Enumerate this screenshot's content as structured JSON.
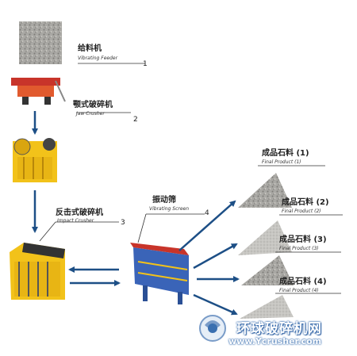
{
  "nodes": {
    "feeder": {
      "cn": "给料机",
      "en": "Vibrating Feeder",
      "num": "1"
    },
    "jaw": {
      "cn": "颚式破碎机",
      "en": "Jaw Crusher",
      "num": "2"
    },
    "impact": {
      "cn": "反击式破碎机",
      "en": "Impact Crusher",
      "num": "3"
    },
    "screen": {
      "cn": "振动筛",
      "en": "Vibrating Screen",
      "num": "4"
    }
  },
  "products": [
    {
      "cn": "成品石料 (1)",
      "en": "Final Product (1)"
    },
    {
      "cn": "成品石料 (2)",
      "en": "Final Product (2)"
    },
    {
      "cn": "成品石料 (3)",
      "en": "Final Product (3)"
    },
    {
      "cn": "成品石料 (4)",
      "en": "Final Product (4)"
    }
  ],
  "watermark": {
    "cn": "环球破碎机网",
    "url": "www.Ycrusher.com"
  },
  "colors": {
    "arrow": "#1d4f86",
    "machine_yellow": "#f2c21a",
    "machine_red": "#c8342a",
    "screen_blue": "#3a64b8",
    "stone": "#9a9a96"
  }
}
